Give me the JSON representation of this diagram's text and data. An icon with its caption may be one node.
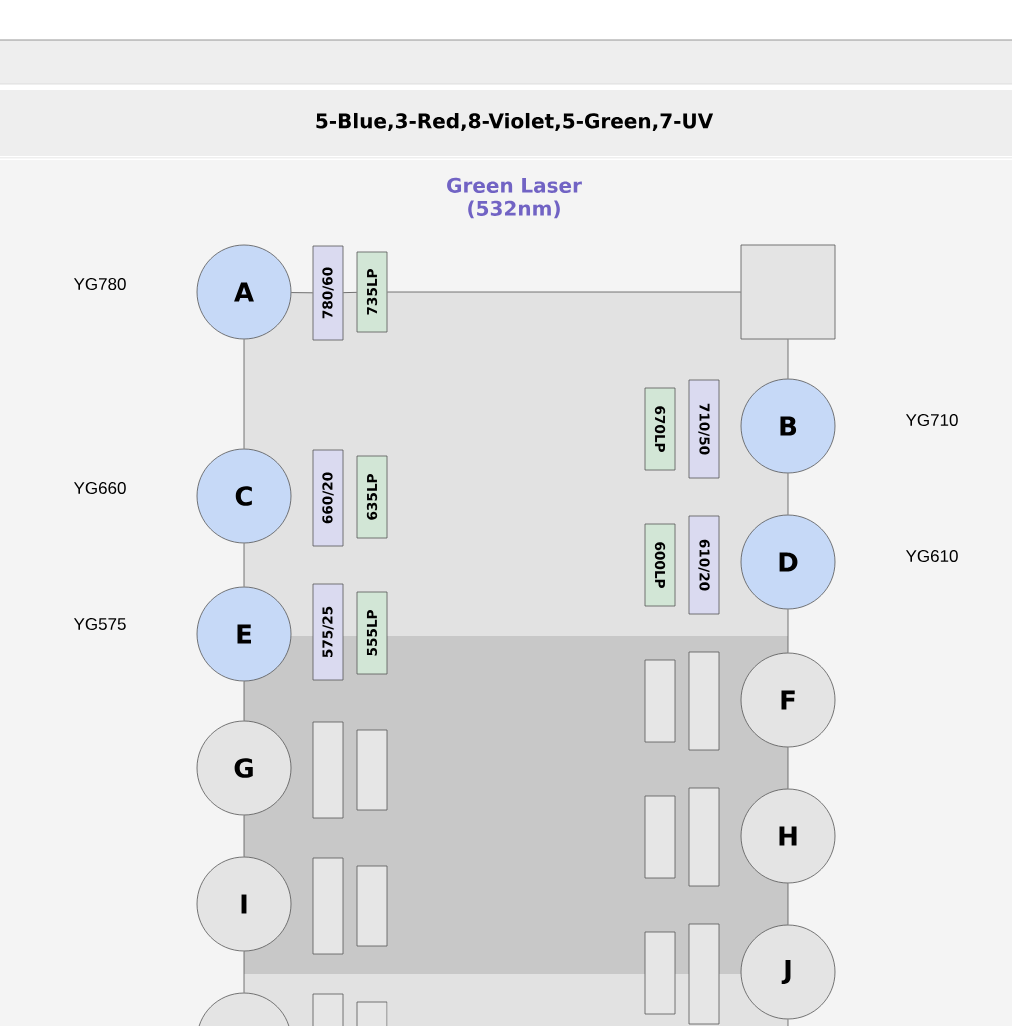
{
  "diagram": {
    "title": "5-Blue,3-Red,8-Violet,5-Green,7-UV",
    "nodes": [
      {
        "text": [
          "A"
        ]
      },
      {
        "text": [
          "780/60"
        ]
      },
      {
        "text": [
          "735LP"
        ]
      },
      {
        "text": [],
        "shape": "box"
      },
      {
        "text": [
          "670LP"
        ]
      },
      {
        "text": [
          "710/50"
        ]
      },
      {
        "text": [
          "B"
        ]
      },
      {
        "text": [
          "C"
        ]
      },
      {
        "text": [
          "660/20"
        ]
      },
      {
        "text": [
          "635LP"
        ]
      },
      {
        "text": [
          "600LP"
        ]
      },
      {
        "text": [
          "610/20"
        ]
      },
      {
        "text": [
          "D"
        ]
      },
      {
        "text": [
          "E"
        ]
      },
      {
        "text": [
          "575/25"
        ]
      },
      {
        "text": [
          "555LP"
        ]
      },
      {
        "text": [],
        "shape": "box"
      },
      {
        "text": [],
        "shape": "box"
      },
      {
        "text": [
          "F"
        ]
      },
      {
        "text": [
          "G"
        ]
      },
      {
        "text": [],
        "shape": "box"
      },
      {
        "text": [],
        "shape": "box"
      },
      {
        "text": [],
        "shape": "box"
      },
      {
        "text": [],
        "shape": "box"
      },
      {
        "text": [
          "H"
        ]
      },
      {
        "text": [
          "I"
        ]
      },
      {
        "text": [],
        "shape": "box"
      },
      {
        "text": [],
        "shape": "box"
      },
      {
        "text": [],
        "shape": "box"
      },
      {
        "text": [],
        "shape": "box"
      },
      {
        "text": [
          "J"
        ]
      },
      {
        "text": [],
        "shape": "circle"
      },
      {
        "text": [],
        "shape": "box"
      },
      {
        "text": [],
        "shape": "box"
      }
    ],
    "edges": [
      {
        "from": 0,
        "to": 1,
        "arrow": "none"
      },
      {
        "from": 1,
        "to": 2,
        "arrow": "none"
      },
      {
        "from": 2,
        "to": 3,
        "arrow": "none"
      },
      {
        "from": 3,
        "to": 6,
        "arrow": "none"
      },
      {
        "from": 6,
        "to": 12,
        "arrow": "none"
      },
      {
        "from": 12,
        "to": 18,
        "arrow": "none"
      },
      {
        "from": 18,
        "to": 24,
        "arrow": "none"
      },
      {
        "from": 24,
        "to": 30,
        "arrow": "none"
      },
      {
        "from": 30,
        "to": null,
        "arrow": "none"
      },
      {
        "from": 0,
        "to": 7,
        "arrow": "none"
      },
      {
        "from": 7,
        "to": 13,
        "arrow": "none"
      },
      {
        "from": 13,
        "to": 19,
        "arrow": "none"
      },
      {
        "from": 19,
        "to": 25,
        "arrow": "none"
      },
      {
        "from": 25,
        "to": 31,
        "arrow": "none"
      }
    ],
    "labels": [
      "Green Laser (532nm)",
      "YG780",
      "YG710",
      "YG660",
      "YG610",
      "YG575"
    ]
  }
}
